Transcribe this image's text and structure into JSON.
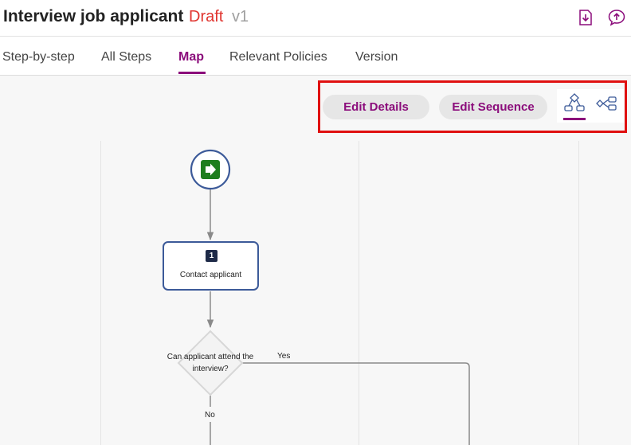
{
  "header": {
    "title": "Interview job applicant",
    "status": "Draft",
    "version": "v1"
  },
  "tabs": [
    {
      "label": "Step-by-step",
      "active": false
    },
    {
      "label": "All Steps",
      "active": false
    },
    {
      "label": "Map",
      "active": true
    },
    {
      "label": "Relevant Policies",
      "active": false
    },
    {
      "label": "Version",
      "active": false
    }
  ],
  "toolbar": {
    "edit_details": "Edit Details",
    "edit_sequence": "Edit Sequence",
    "view_modes": [
      "vertical-flow-view-icon",
      "horizontal-flow-view-icon"
    ],
    "active_view": "vertical-flow-view-icon"
  },
  "flow": {
    "start_icon": "start-arrow-icon",
    "step": {
      "number": "1",
      "label": "Contact applicant"
    },
    "decision": {
      "label": "Can applicant attend the interview?"
    },
    "yes_label": "Yes",
    "no_label": "No"
  },
  "colors": {
    "accent": "#8b0c7b",
    "draft": "#e0342f",
    "node_border": "#3c5a99",
    "start_green": "#1e7e1e",
    "highlight": "#e01010"
  }
}
